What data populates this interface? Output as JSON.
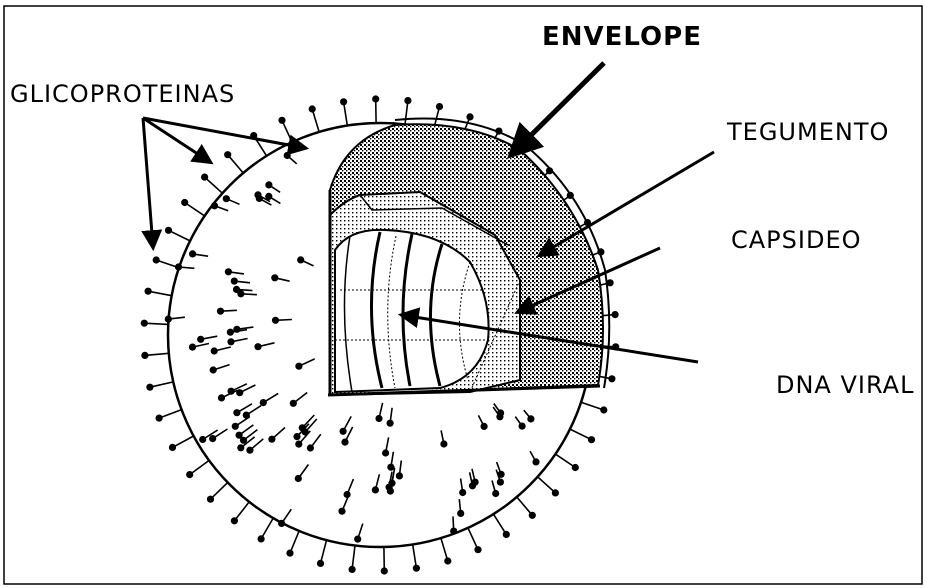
{
  "labels": {
    "envelope": "ENVELOPE",
    "glicoproteinas": "GLICOPROTEINAS",
    "tegumento": "TEGUMENTO",
    "capsideo": "CAPSIDEO",
    "dna_viral": "DNA VIRAL"
  },
  "colors": {
    "ink": "#000000",
    "background": "#ffffff",
    "tegument_fill": "#9a9a9a",
    "capsid_fill": "#d8d8d8"
  }
}
